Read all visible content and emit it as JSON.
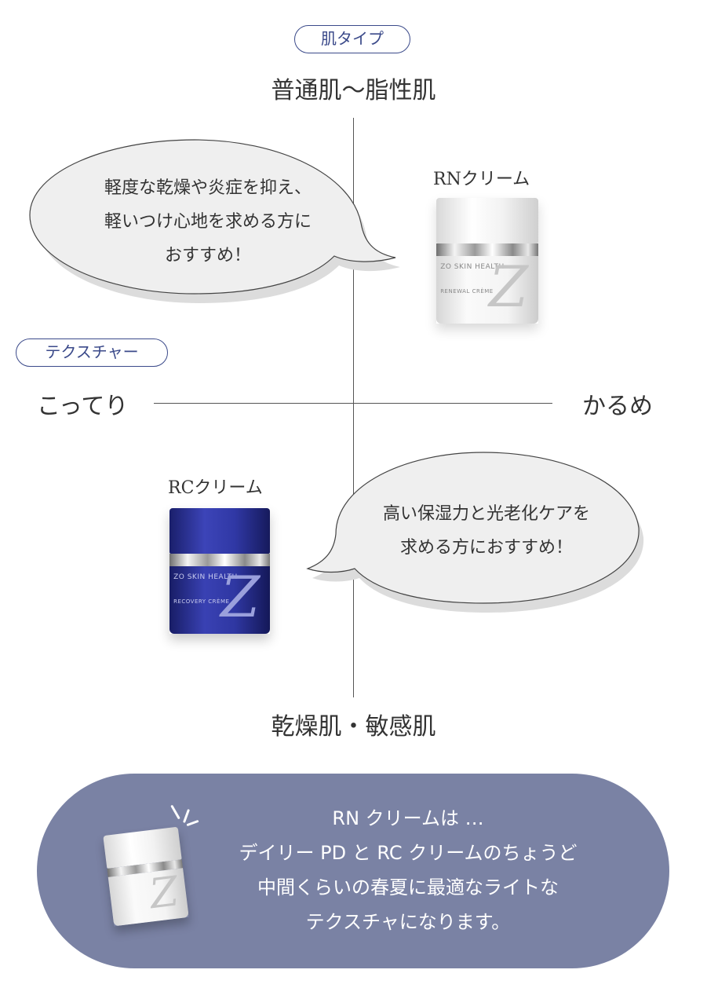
{
  "skin_type": {
    "pill_label": "肌タイプ",
    "top_label": "普通肌〜脂性肌",
    "bottom_label": "乾燥肌・敏感肌"
  },
  "texture": {
    "pill_label": "テクスチャー",
    "left_label": "こってり",
    "right_label": "かるめ"
  },
  "rn_product": {
    "name": "RNクリーム",
    "jar_brand": "ZO SKIN HEALTH",
    "jar_product": "RENEWAL CRÈME",
    "bubble_lines": [
      "軽度な乾燥や炎症を抑え、",
      "軽いつけ心地を求める方に",
      "おすすめ！"
    ]
  },
  "rc_product": {
    "name": "RCクリーム",
    "jar_brand": "ZO SKIN HEALTH",
    "jar_product": "RECOVERY CRÈME",
    "bubble_lines": [
      "高い保湿力と光老化ケアを",
      "求める方におすすめ！"
    ]
  },
  "summary": {
    "lines": [
      "RN クリームは …",
      "デイリー PD と RC クリームのちょうど",
      "中間くらいの春夏に最適なライトな",
      "テクスチャになります。"
    ]
  },
  "colors": {
    "accent": "#3b4a8a",
    "panel": "#7a82a4",
    "bubble_fill": "#efefef",
    "bubble_shadow": "#dcdcdc"
  }
}
